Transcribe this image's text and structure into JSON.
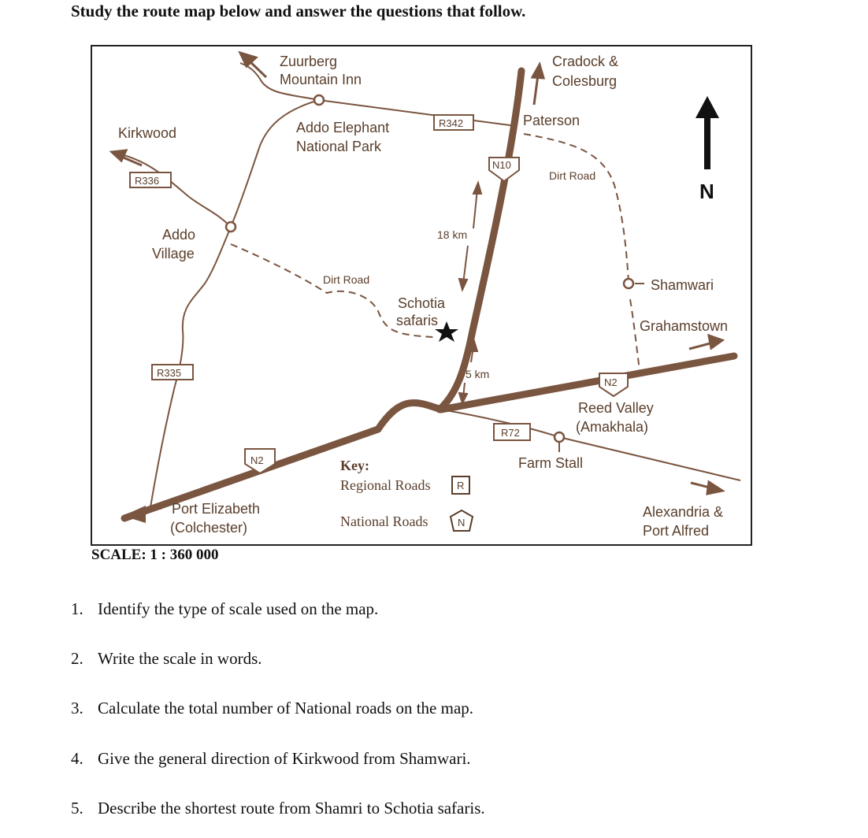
{
  "instruction": "Study the route map below and answer the questions that follow.",
  "map": {
    "places": {
      "zuurberg_1": "Zuurberg",
      "zuurberg_2": "Mountain Inn",
      "cradock_1": "Cradock &",
      "cradock_2": "Colesburg",
      "kirkwood": "Kirkwood",
      "addo_park_1": "Addo Elephant",
      "addo_park_2": "National Park",
      "paterson": "Paterson",
      "dirt_road_east": "Dirt Road",
      "addo_village_1": "Addo",
      "addo_village_2": "Village",
      "dirt_road_west": "Dirt Road",
      "schotia_1": "Schotia",
      "schotia_2": "safaris",
      "shamwari": "Shamwari",
      "grahamstown": "Grahamstown",
      "reed_valley_1": "Reed Valley",
      "reed_valley_2": "(Amakhala)",
      "farm_stall": "Farm Stall",
      "port_elizabeth_1": "Port Elizabeth",
      "port_elizabeth_2": "(Colchester)",
      "alexandria_1": "Alexandria &",
      "alexandria_2": "Port Alfred"
    },
    "distances": {
      "north": "18 km",
      "south": "5 km"
    },
    "road_shields": {
      "r342": "R342",
      "r336": "R336",
      "r335": "R335",
      "r72": "R72",
      "n10": "N10",
      "n2_east": "N2",
      "n2_west": "N2"
    },
    "north_arrow": "N",
    "key": {
      "title": "Key:",
      "regional_label": "Regional Roads",
      "regional_symbol": "R",
      "national_label": "National Roads",
      "national_symbol": "N"
    },
    "colors": {
      "road": "#7a5540",
      "text": "#5a3e2b",
      "border": "#222222"
    }
  },
  "scale": "SCALE: 1 : 360 000",
  "questions": [
    {
      "number": "1.",
      "text": "Identify the type of scale used on the map."
    },
    {
      "number": "2.",
      "text": "Write the scale in words."
    },
    {
      "number": "3.",
      "text": "Calculate the total number of National roads on the map."
    },
    {
      "number": "4.",
      "text": "Give the general direction of Kirkwood from Shamwari."
    },
    {
      "number": "5.",
      "text": "Describe the shortest route from Shamri to Schotia safaris."
    }
  ]
}
